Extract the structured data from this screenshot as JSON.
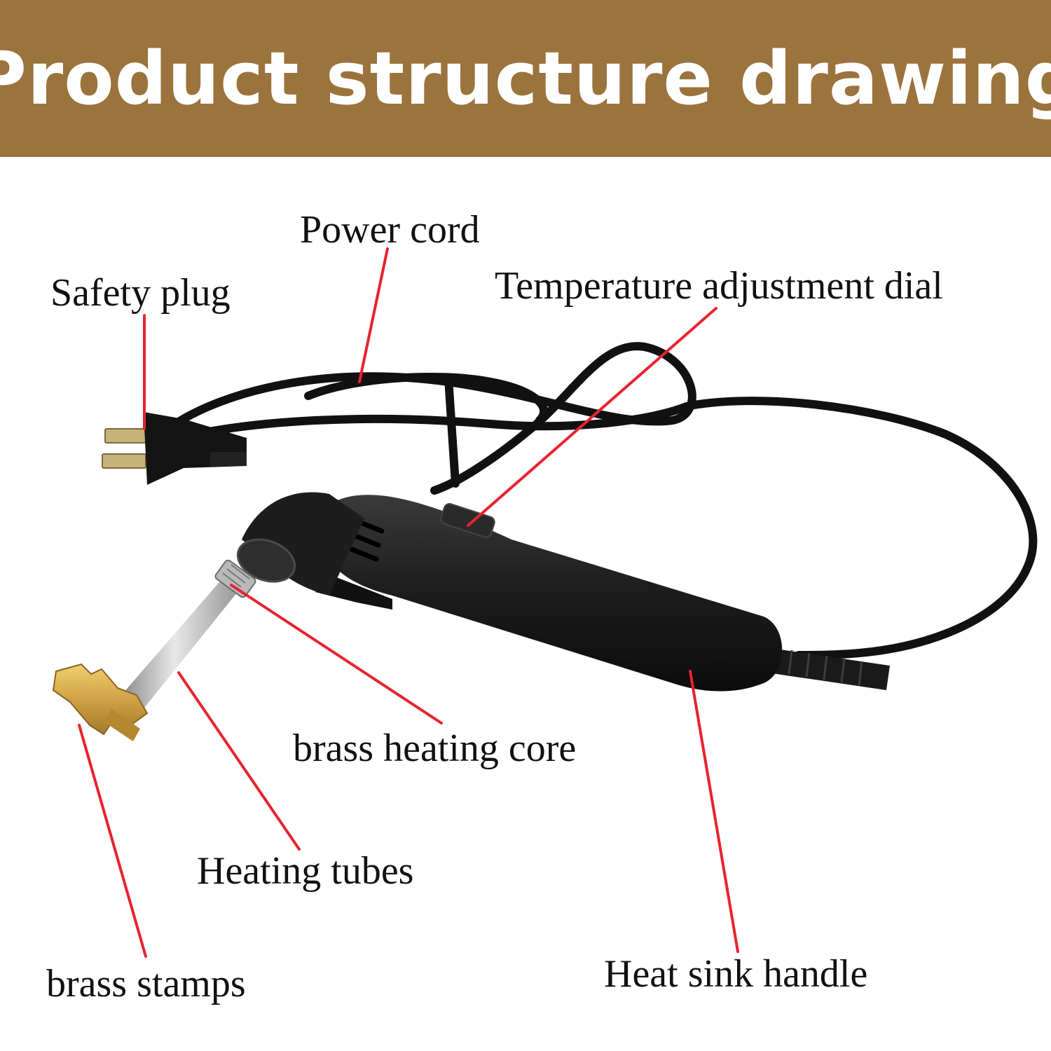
{
  "header": {
    "title": "Product structure drawing",
    "background": "#9b733d",
    "text_color": "#ffffff"
  },
  "callout_color": "#e8232f",
  "labels": {
    "power_cord": "Power cord",
    "safety_plug": "Safety plug",
    "temperature_dial": "Temperature adjustment dial",
    "brass_heating_core": "brass heating core",
    "heating_tubes": "Heating tubes",
    "brass_stamps": "brass stamps",
    "heat_sink_handle": "Heat sink handle"
  }
}
